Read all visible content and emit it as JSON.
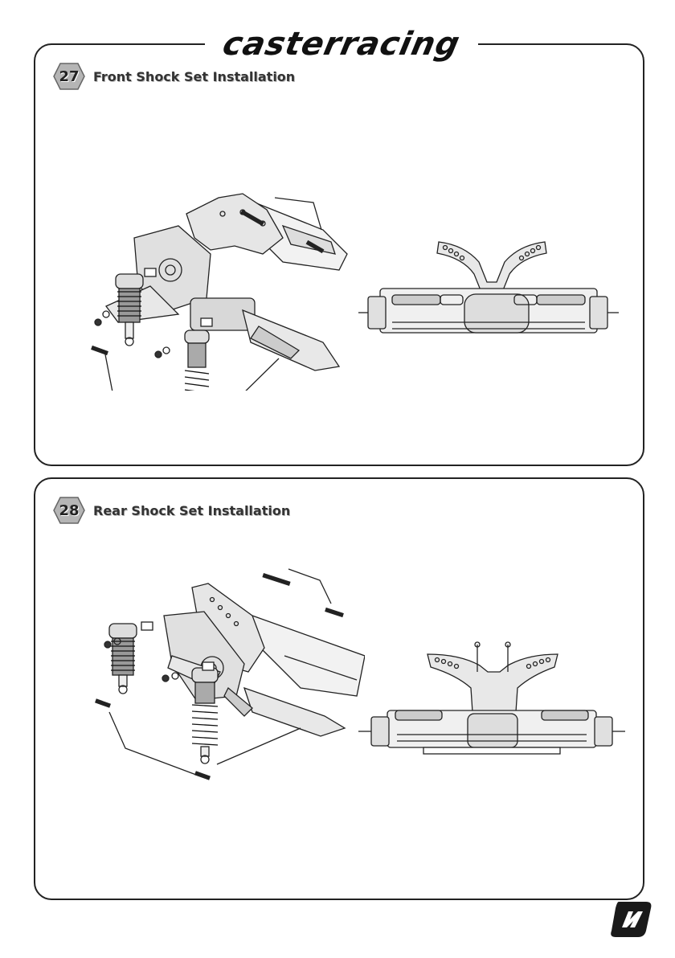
{
  "brand": {
    "logo_text": "casterracing"
  },
  "steps": [
    {
      "number": "27",
      "title": "Front Shock Set Installation"
    },
    {
      "number": "28",
      "title": "Rear Shock Set Installation"
    }
  ]
}
